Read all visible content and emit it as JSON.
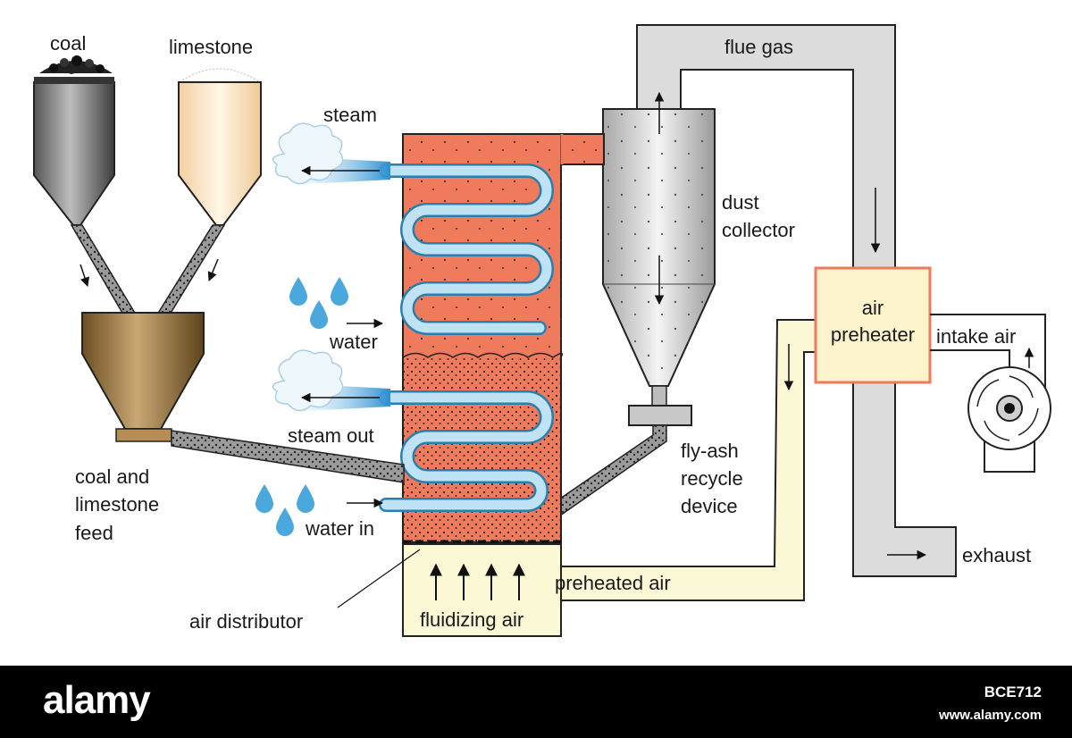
{
  "diagram": {
    "labels": {
      "coal": "coal",
      "limestone": "limestone",
      "steam": "steam",
      "water": "water",
      "steam_out": "steam out",
      "water_in": "water in",
      "coal_feed_1": "coal and",
      "coal_feed_2": "limestone",
      "coal_feed_3": "feed",
      "air_distributor": "air distributor",
      "fluidizing_air": "fluidizing air",
      "preheated_air": "preheated air",
      "flue_gas": "flue gas",
      "dust_1": "dust",
      "dust_2": "collector",
      "flyash_1": "fly-ash",
      "flyash_2": "recycle",
      "flyash_3": "device",
      "air_pre_1": "air",
      "air_pre_2": "preheater",
      "intake_air": "intake air",
      "exhaust": "exhaust"
    },
    "colors": {
      "furnace": "#ef7a5c",
      "tube": "#bfe2f5",
      "tube_edge": "#2a7fae",
      "duct": "#dcdcdc",
      "air_duct": "#fbf8d6",
      "preheater_fill": "#fdf3cc",
      "preheater_edge": "#ef7a5c",
      "coal_silo": "#8a8a8a",
      "lime_silo": "#f6dcb4",
      "feed_hopper": "#9a7a48",
      "water_drop": "#4aa8dc"
    }
  },
  "footer": {
    "brand": "alamy",
    "image_id": "BCE712",
    "site": "www.alamy.com"
  }
}
